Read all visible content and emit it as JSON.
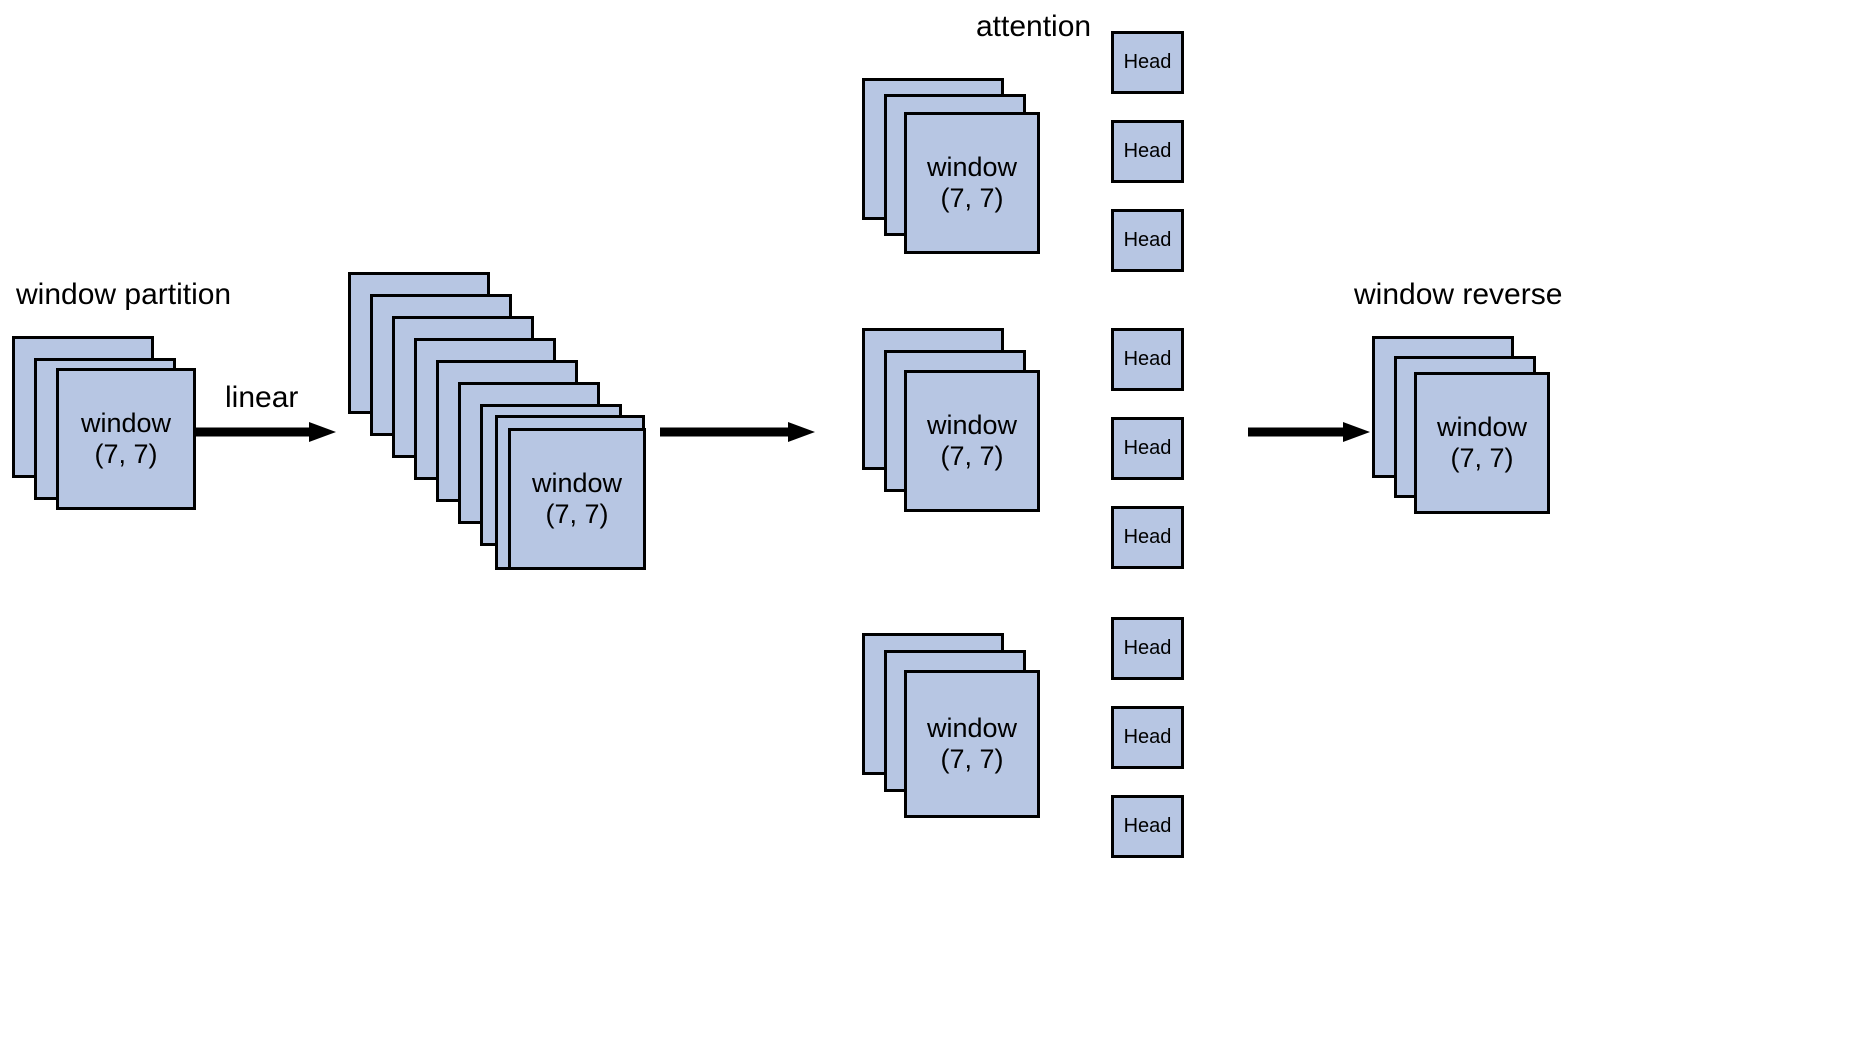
{
  "diagram": {
    "title_not_shown": "",
    "colors": {
      "card_fill": "#b7c6e3",
      "card_stroke": "#000000",
      "arrow": "#000000",
      "background": "#ffffff"
    },
    "window_label_line1": "window",
    "window_label_line2": "(7, 7)",
    "head_label": "Head"
  },
  "labels": {
    "window_partition": "window partition",
    "linear": "linear",
    "attention": "attention",
    "window_reverse": "window reverse"
  },
  "stages": {
    "input": {
      "name": "window partition",
      "card_count": 3,
      "front_text_line1": "window",
      "front_text_line2": "(7, 7)"
    },
    "linear": {
      "name": "linear",
      "card_count": 9,
      "front_text_line1": "window",
      "front_text_line2": "(7, 7)"
    },
    "attention": {
      "name": "attention",
      "group_count": 3,
      "cards_per_group": 3,
      "heads_per_group": 3,
      "front_text_line1": "window",
      "front_text_line2": "(7, 7)",
      "head_text": "Head"
    },
    "output": {
      "name": "window reverse",
      "card_count": 3,
      "front_text_line1": "window",
      "front_text_line2": "(7, 7)"
    }
  },
  "heads": {
    "group_1": [
      "Head",
      "Head",
      "Head"
    ],
    "group_2": [
      "Head",
      "Head",
      "Head"
    ],
    "group_3": [
      "Head",
      "Head",
      "Head"
    ]
  },
  "arrows": [
    {
      "name": "arrow-linear",
      "label": "linear"
    },
    {
      "name": "arrow-to-attention",
      "label": ""
    },
    {
      "name": "arrow-to-window-reverse",
      "label": ""
    }
  ]
}
